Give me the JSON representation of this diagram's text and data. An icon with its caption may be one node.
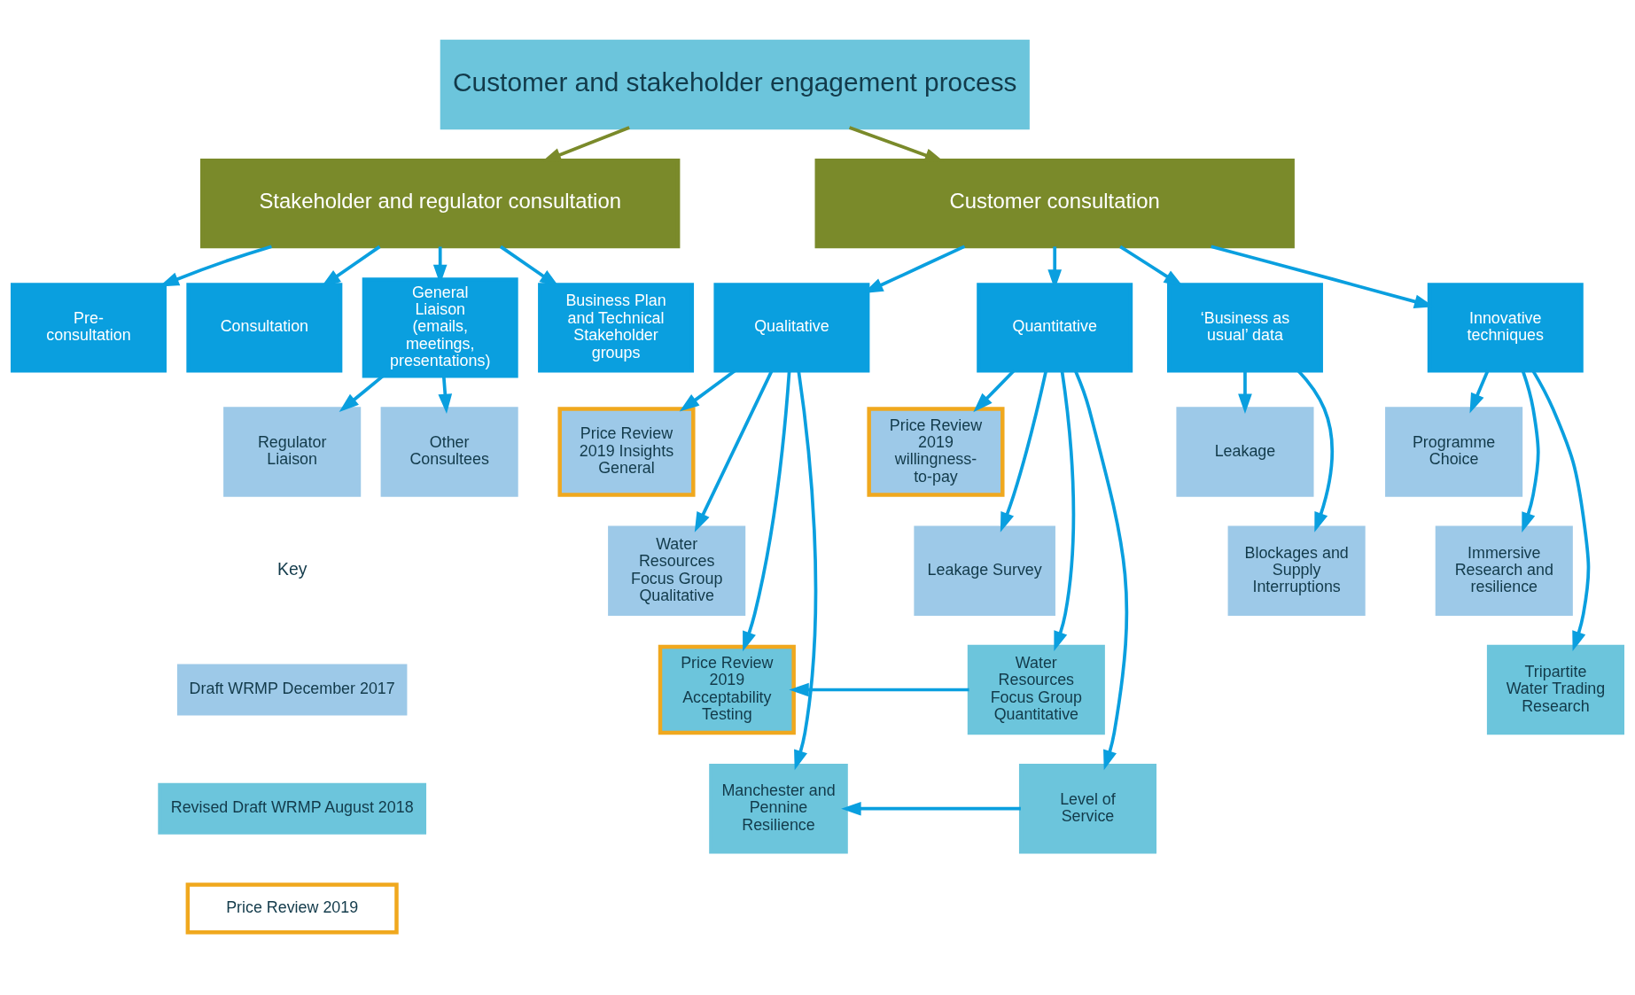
{
  "diagram": {
    "nodes": [
      {
        "text": [
          "Customer and stakeholder engagement process"
        ]
      },
      {
        "text": [
          "Stakeholder and regulator consultation"
        ]
      },
      {
        "text": [
          "Customer consultation"
        ]
      },
      {
        "text": [
          "Pre-consultation"
        ]
      },
      {
        "text": [
          "Consultation"
        ]
      },
      {
        "text": [
          "General Liaison (emails, meetings, presentations)"
        ]
      },
      {
        "text": [
          "Business Plan and Technical Stakeholder groups"
        ]
      },
      {
        "text": [
          "Qualitative"
        ]
      },
      {
        "text": [
          "Quantitative"
        ]
      },
      {
        "text": [
          "‘Business as usual’ data"
        ]
      },
      {
        "text": [
          "Innovative techniques"
        ]
      },
      {
        "text": [
          "Regulator Liaison"
        ]
      },
      {
        "text": [
          "Other Consultees"
        ]
      },
      {
        "text": [
          "Price Review 2019 Insights General"
        ]
      },
      {
        "text": [
          "Water Resources Focus Group Qualitative"
        ]
      },
      {
        "text": [
          "Price Review 2019 Acceptability Testing"
        ]
      },
      {
        "text": [
          "Manchester and Pennine Resilience"
        ]
      },
      {
        "text": [
          "Price Review 2019 willingness-to-pay"
        ]
      },
      {
        "text": [
          "Leakage Survey"
        ]
      },
      {
        "text": [
          "Water Resources Focus Group Quantitative"
        ]
      },
      {
        "text": [
          "Level of Service"
        ]
      },
      {
        "text": [
          "Leakage"
        ]
      },
      {
        "text": [
          "Blockages and Supply Interruptions"
        ]
      },
      {
        "text": [
          "Programme Choice"
        ]
      },
      {
        "text": [
          "Immersive Research and resilience"
        ]
      },
      {
        "text": [
          "Tripartite Water Trading Research"
        ]
      }
    ],
    "edges": [
      {
        "from": 0,
        "to": 1,
        "arrow": "to",
        "color": "#7a8a2a"
      },
      {
        "from": 0,
        "to": 2,
        "arrow": "to",
        "color": "#7a8a2a"
      },
      {
        "from": 1,
        "to": 3,
        "arrow": "to"
      },
      {
        "from": 1,
        "to": 4,
        "arrow": "to"
      },
      {
        "from": 1,
        "to": 5,
        "arrow": "to"
      },
      {
        "from": 1,
        "to": 6,
        "arrow": "to"
      },
      {
        "from": 2,
        "to": 7,
        "arrow": "to"
      },
      {
        "from": 2,
        "to": 8,
        "arrow": "to"
      },
      {
        "from": 2,
        "to": 9,
        "arrow": "to"
      },
      {
        "from": 2,
        "to": 10,
        "arrow": "to"
      },
      {
        "from": 5,
        "to": 11,
        "arrow": "to"
      },
      {
        "from": 5,
        "to": 12,
        "arrow": "to"
      },
      {
        "from": 7,
        "to": 13,
        "arrow": "to"
      },
      {
        "from": 7,
        "to": 14,
        "arrow": "to"
      },
      {
        "from": 7,
        "to": 15,
        "arrow": "to"
      },
      {
        "from": 7,
        "to": 16,
        "arrow": "to"
      },
      {
        "from": 8,
        "to": 17,
        "arrow": "to"
      },
      {
        "from": 8,
        "to": 18,
        "arrow": "to"
      },
      {
        "from": 8,
        "to": 19,
        "arrow": "to"
      },
      {
        "from": 8,
        "to": 20,
        "arrow": "to"
      },
      {
        "from": 19,
        "to": 15,
        "arrow": "to"
      },
      {
        "from": 20,
        "to": 16,
        "arrow": "to"
      },
      {
        "from": 9,
        "to": 21,
        "arrow": "to"
      },
      {
        "from": 9,
        "to": 22,
        "arrow": "to"
      },
      {
        "from": 10,
        "to": 23,
        "arrow": "to"
      },
      {
        "from": 10,
        "to": 24,
        "arrow": "to"
      },
      {
        "from": 10,
        "to": 25,
        "arrow": "to"
      }
    ],
    "labels": [
      "Key"
    ],
    "legend": [
      {
        "text": "Draft WRMP December 2017",
        "color": "#9dc9e8"
      },
      {
        "text": "Revised Draft WRMP August 2018",
        "color": "#6cc5dc"
      },
      {
        "text": "Price Review 2019"
      }
    ]
  }
}
